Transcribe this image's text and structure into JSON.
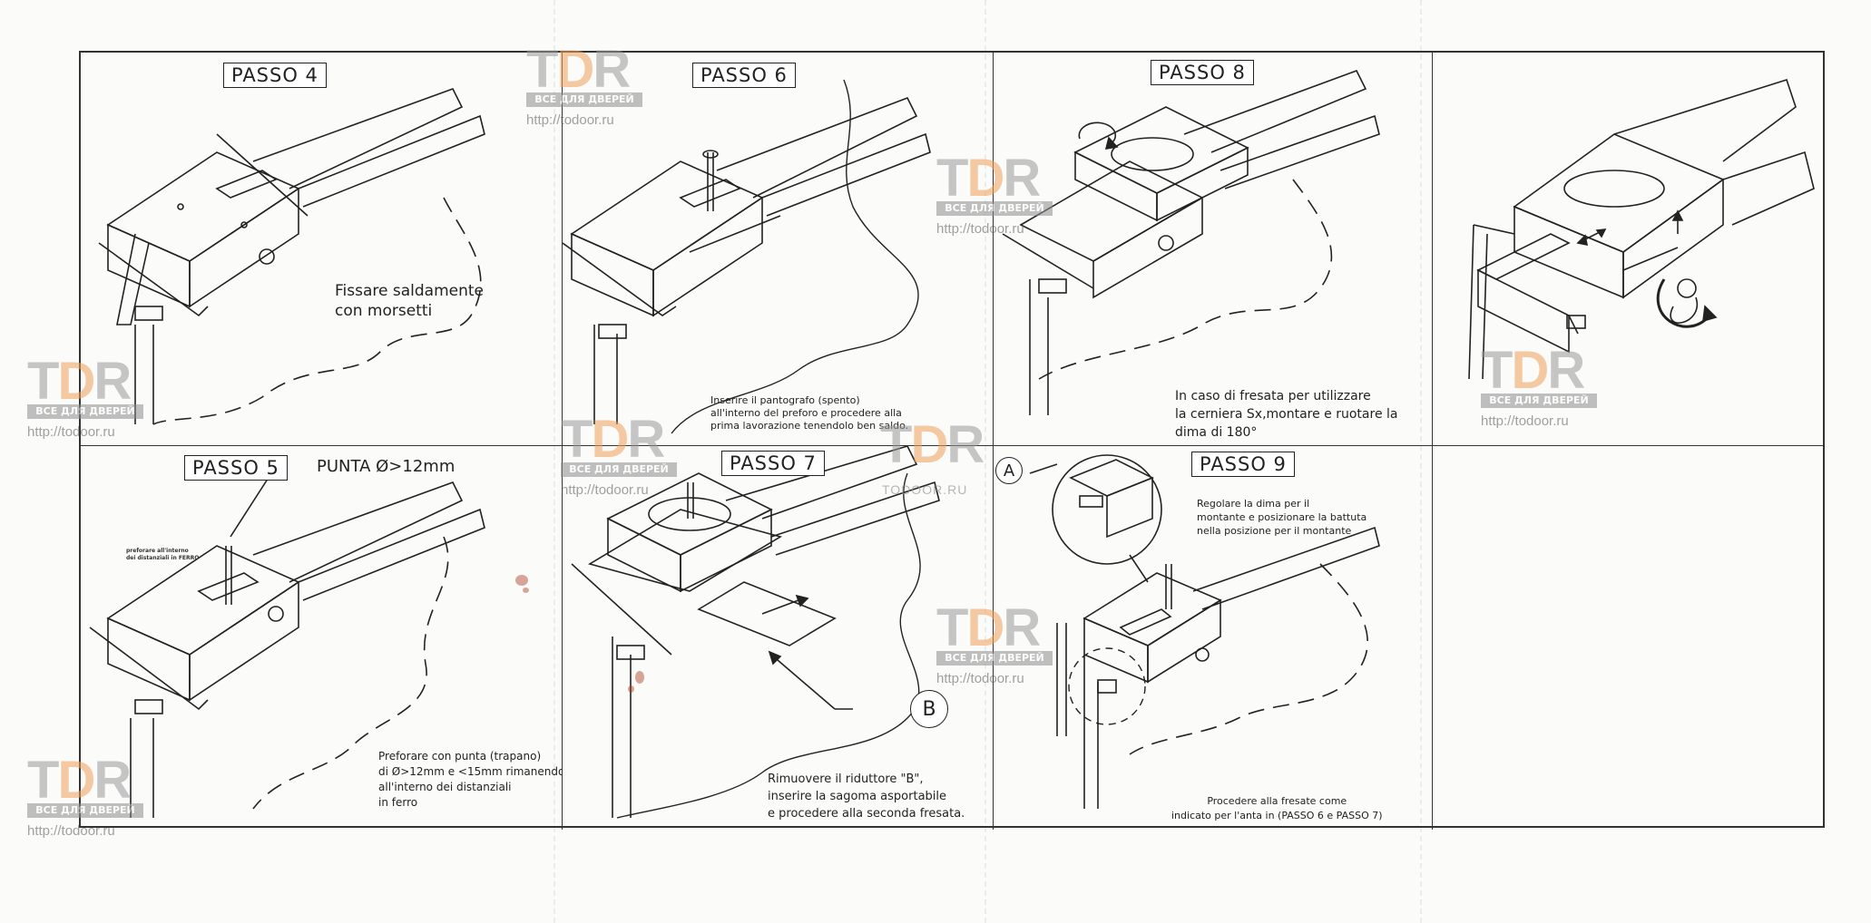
{
  "steps": {
    "passo4": {
      "label": "PASSO 4",
      "caption": [
        "Fissare saldamente",
        "con morsetti"
      ]
    },
    "passo6": {
      "label": "PASSO 6",
      "caption": [
        "Inserire il pantografo (spento)",
        "all'interno del preforo e procedere alla",
        "prima lavorazione tenendolo ben saldo."
      ]
    },
    "passo8": {
      "label": "PASSO 8",
      "caption": [
        "In caso di fresata per utilizzare",
        "la cerniera Sx,montare e ruotare la",
        "dima di 180°"
      ]
    },
    "passo5": {
      "label": "PASSO 5",
      "subtitle": "PUNTA Ø>12mm",
      "note": [
        "preforare all'interno",
        "dei distanziali in FERRO"
      ],
      "caption": [
        "Preforare con punta (trapano)",
        "di Ø>12mm e <15mm rimanendo",
        "all'interno dei distanziali",
        "in ferro"
      ]
    },
    "passo7": {
      "label": "PASSO 7",
      "callout": "B",
      "caption": [
        "Rimuovere il riduttore \"B\",",
        "inserire la sagoma asportabile",
        "e procedere alla seconda fresata."
      ]
    },
    "passo9": {
      "label": "PASSO 9",
      "callout": "A",
      "detail_caption": [
        "Regolare la dima per il",
        "montante e posizionare la battuta",
        "nella posizione per il montante"
      ],
      "caption": [
        "Procedere alla fresate come",
        "indicato per l'anta in (PASSO 6 e PASSO 7)"
      ]
    }
  },
  "watermark": {
    "logo_t": "T",
    "logo_o": "D",
    "logo_r": "R",
    "tagline": "ВСЕ ДЛЯ ДВЕРЕЙ",
    "url": "http://todoor.ru",
    "alt_text": "TODOOR.RU"
  }
}
